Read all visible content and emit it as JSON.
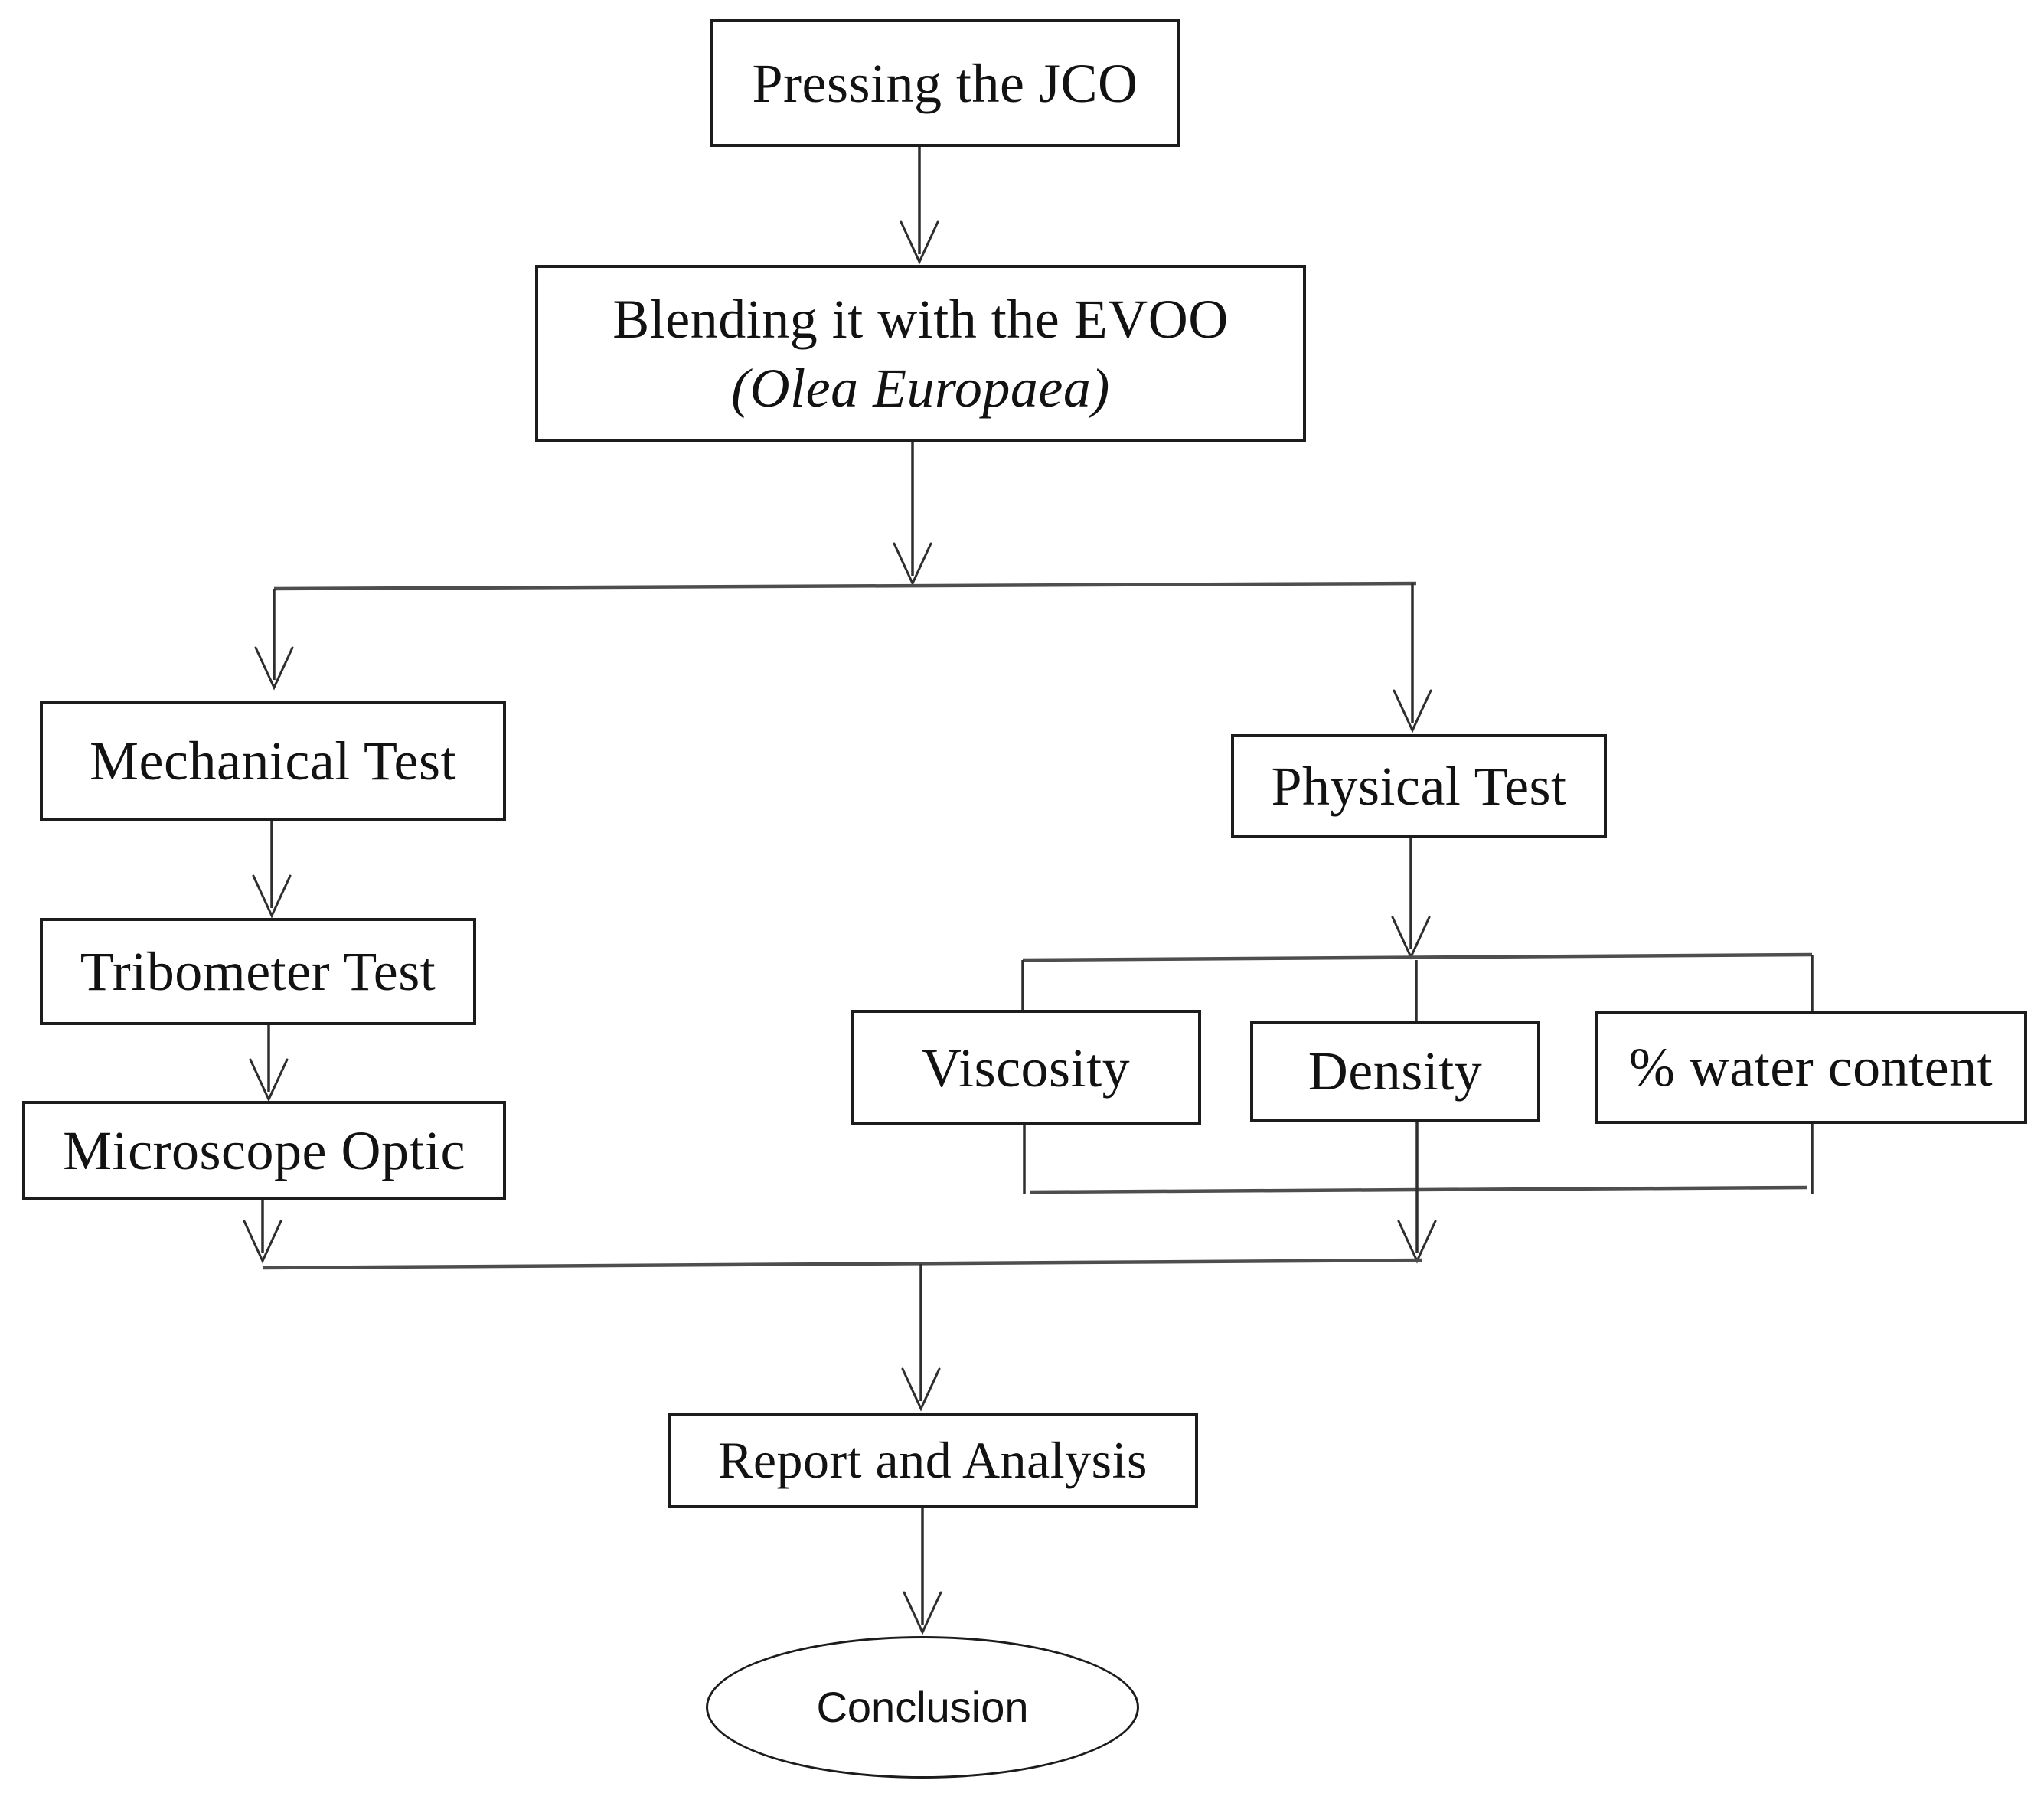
{
  "colors": {
    "background": "#ffffff",
    "line": "#2e2e2e",
    "box_border": "#1c1c1c",
    "text": "#121212"
  },
  "diagram": {
    "type": "flowchart",
    "nodes": {
      "pressing": {
        "label": "Pressing the JCO"
      },
      "blending": {
        "line1": "Blending it with the EVOO",
        "line2": "(Olea Europaea)"
      },
      "mechanical": {
        "label": "Mechanical Test"
      },
      "tribometer": {
        "label": "Tribometer Test"
      },
      "microscope": {
        "label": "Microscope Optic"
      },
      "physical": {
        "label": "Physical Test"
      },
      "viscosity": {
        "label": "Viscosity"
      },
      "density": {
        "label": "Density"
      },
      "water_content": {
        "label": "% water content"
      },
      "report": {
        "label": "Report and Analysis"
      },
      "conclusion": {
        "label": "Conclusion"
      }
    },
    "edges": [
      "pressing->blending",
      "blending->mechanical",
      "blending->physical",
      "mechanical->tribometer",
      "tribometer->microscope",
      "physical->viscosity",
      "physical->density",
      "physical->water_content",
      "microscope->report",
      "viscosity->report",
      "density->report",
      "water_content->report",
      "report->conclusion"
    ]
  }
}
